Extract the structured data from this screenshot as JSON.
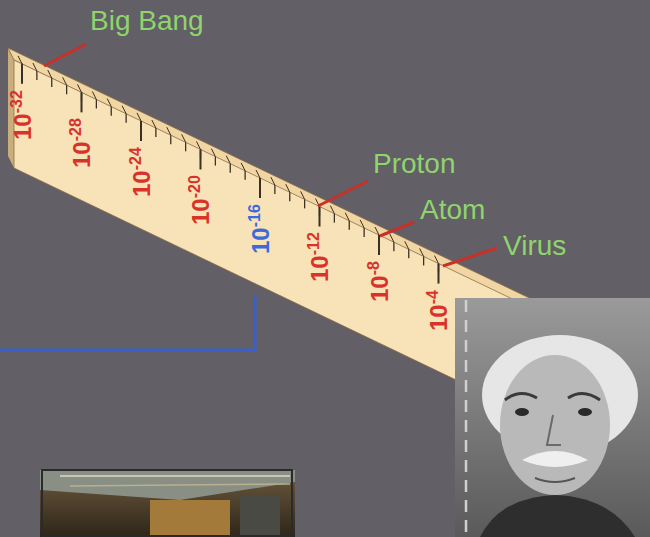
{
  "diagram": {
    "labels": [
      "Big Bang",
      "10",
      "-32",
      "10",
      "-28",
      "10",
      "-24",
      "10",
      "-20",
      "10",
      "-16",
      "10",
      "-12",
      "10",
      "-8",
      "10",
      "-4",
      "Proton",
      "Atom",
      "Virus"
    ]
  }
}
